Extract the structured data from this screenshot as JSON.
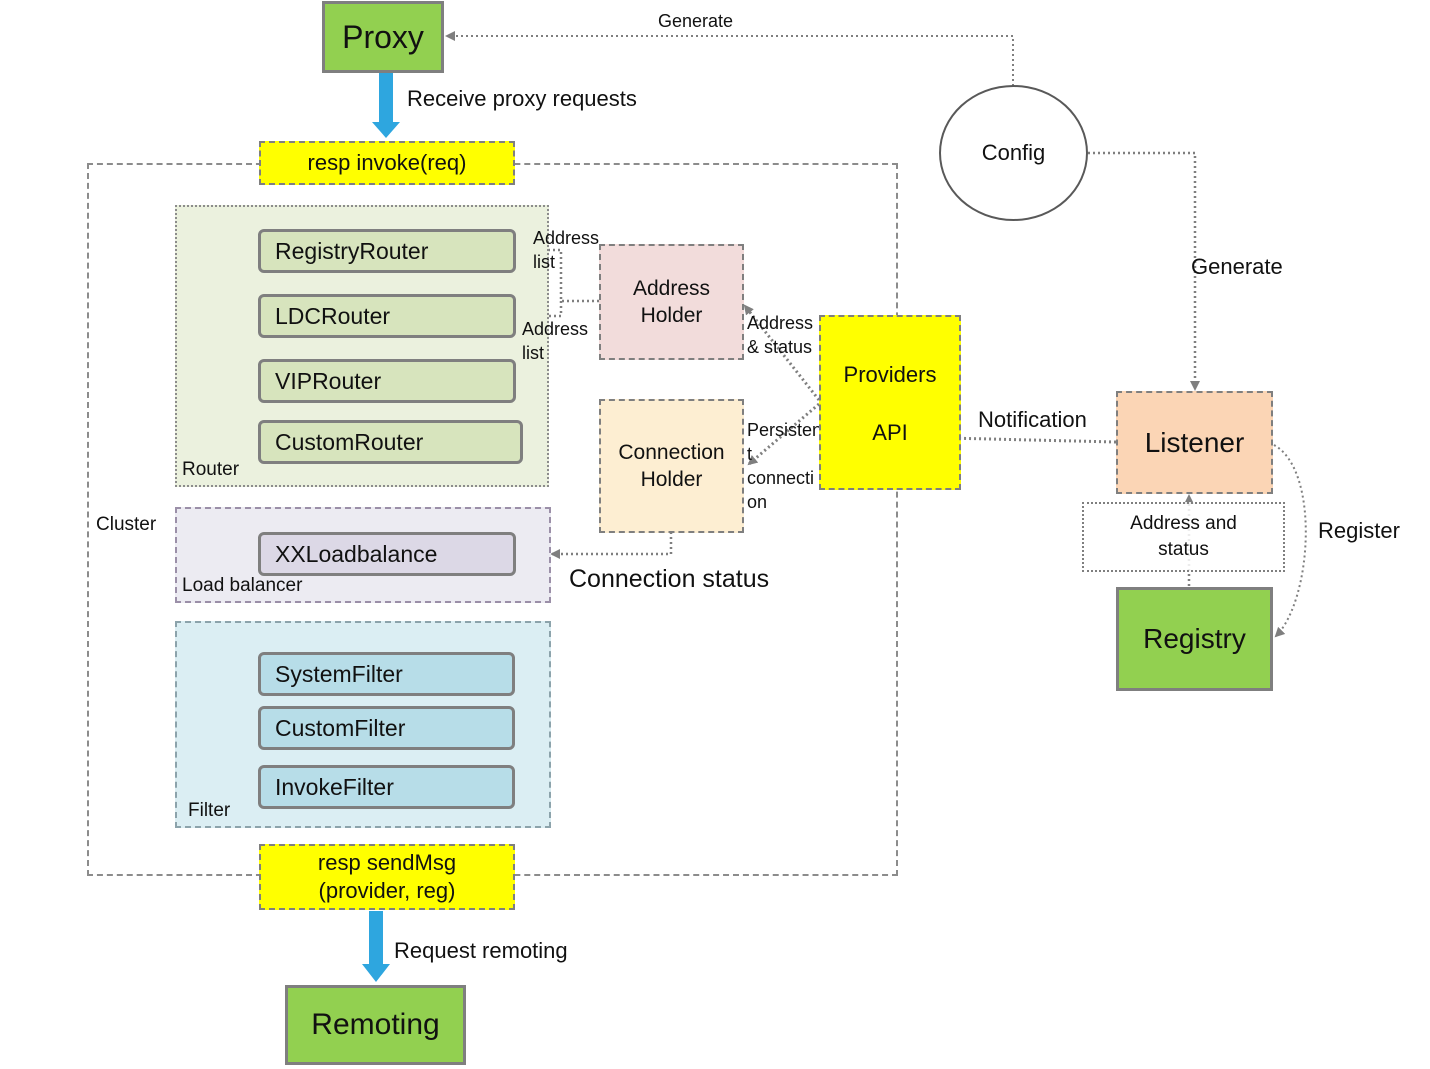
{
  "nodes": {
    "proxy": "Proxy",
    "remoting": "Remoting",
    "config": "Config",
    "listener": "Listener",
    "registry": "Registry",
    "invoke": "resp invoke(req)",
    "send_msg_line1": "resp sendMsg",
    "send_msg_line2": "(provider, reg)",
    "address_holder_line1": "Address",
    "address_holder_line2": "Holder",
    "connection_holder_line1": "Connection",
    "connection_holder_line2": "Holder",
    "providers_line1": "Providers",
    "providers_line2": "API",
    "address_status_box_line1": "Address and",
    "address_status_box_line2": "status"
  },
  "groups": {
    "cluster": "Cluster",
    "router": "Router",
    "load_balancer": "Load balancer",
    "filter": "Filter"
  },
  "routers": [
    "RegistryRouter",
    "LDCRouter",
    "VIPRouter",
    "CustomRouter"
  ],
  "load_balancers": [
    "XXLoadbalance"
  ],
  "filters": [
    "SystemFilter",
    "CustomFilter",
    "InvokeFilter"
  ],
  "edge_labels": {
    "generate_top": "Generate",
    "generate_right": "Generate",
    "receive": "Receive proxy requests",
    "request_remoting": "Request remoting",
    "notification": "Notification",
    "register": "Register",
    "connection_status": "Connection status",
    "address_list_1_a": "Address",
    "address_list_1_b": "list",
    "address_list_2_a": "Address",
    "address_list_2_b": "list",
    "address_status_a": "Address",
    "address_status_b": "& status",
    "persistent_a": "Persisten",
    "persistent_b": "t",
    "persistent_c": "connecti",
    "persistent_d": "on"
  },
  "colors": {
    "green": "#92d050",
    "yellow": "#ffff00",
    "router_bg": "#ebf1de",
    "router_pill": "#d7e4bd",
    "lb_bg": "#ecebf2",
    "lb_pill": "#dcd8e6",
    "filter_bg": "#dbeef3",
    "filter_pill": "#b7dde8",
    "address_holder": "#f2dcdb",
    "connection_holder": "#fdeed2",
    "listener": "#fbd5b5",
    "blue_arrow": "#2ea6df",
    "line": "#7f7f7f"
  }
}
